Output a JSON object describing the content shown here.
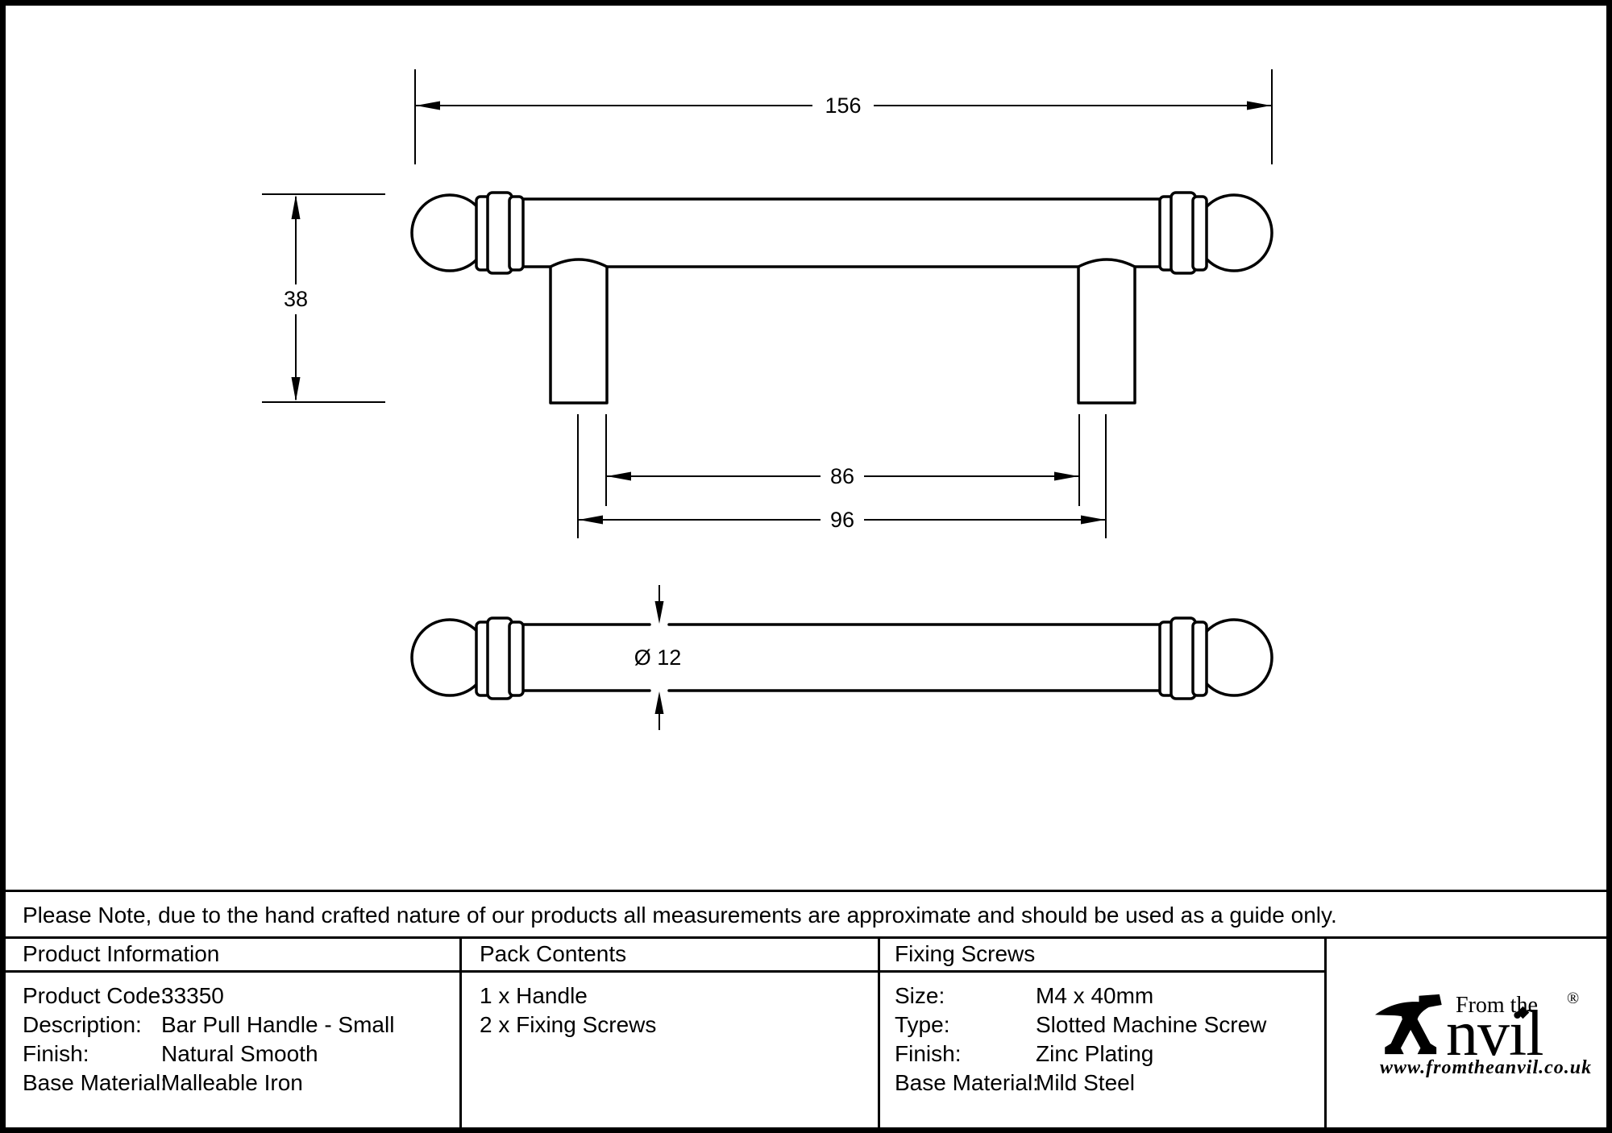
{
  "page": {
    "note": "Please Note, due to the hand crafted nature of our products all measurements are approximate and should be used as a guide only."
  },
  "drawing": {
    "dims": {
      "overall_length": "156",
      "projection": "38",
      "fixing_inner": "86",
      "fixing_centres": "96",
      "diameter": "Ø 12"
    }
  },
  "table": {
    "product_info": {
      "header": "Product Information",
      "rows": [
        {
          "label": "Product Code:",
          "value": "33350"
        },
        {
          "label": "Description:",
          "value": "Bar Pull Handle - Small"
        },
        {
          "label": "Finish:",
          "value": "Natural Smooth"
        },
        {
          "label": "Base Material:",
          "value": "Malleable Iron"
        }
      ]
    },
    "pack_contents": {
      "header": "Pack Contents",
      "items": [
        "1 x Handle",
        "2 x Fixing Screws"
      ]
    },
    "fixing_screws": {
      "header": "Fixing Screws",
      "rows": [
        {
          "label": "Size:",
          "value": "M4 x 40mm"
        },
        {
          "label": "Type:",
          "value": "Slotted Machine Screw"
        },
        {
          "label": "Finish:",
          "value": "Zinc Plating"
        },
        {
          "label": "Base Material:",
          "value": "Mild Steel"
        }
      ]
    }
  },
  "logo": {
    "from_the": "From the",
    "anvil": "nvil",
    "registered": "®",
    "website": "www.fromtheanvil.co.uk"
  }
}
